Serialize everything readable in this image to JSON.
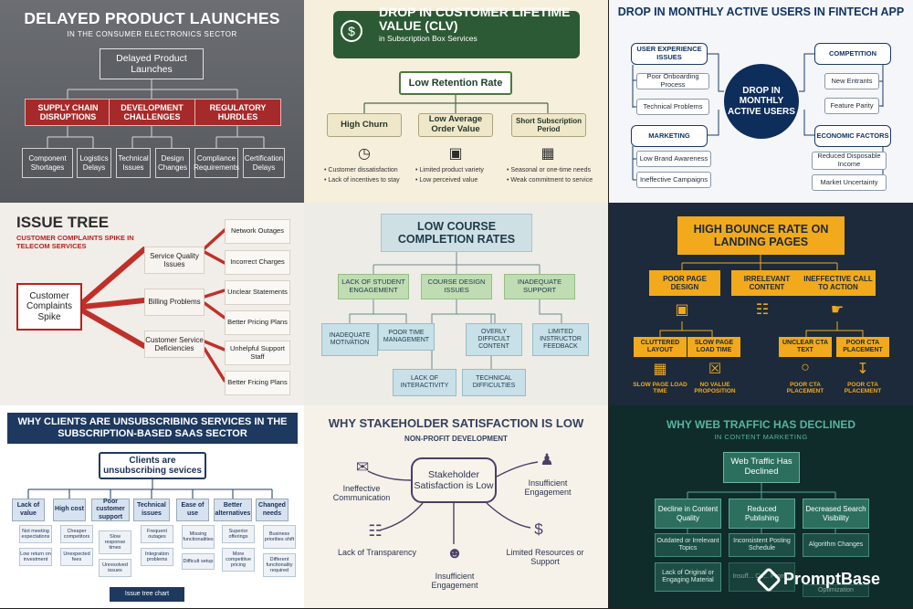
{
  "p1": {
    "title": "DELAYED PRODUCT LAUNCHES",
    "subtitle": "IN THE CONSUMER ELECTRONICS SECTOR",
    "root": "Delayed Product Launches",
    "categories": [
      "SUPPLY CHAIN DISRUPTIONS",
      "DEVELOPMENT CHALLENGES",
      "REGULATORY HURDLES"
    ],
    "leaves": [
      "Component Shortages",
      "Logistics Delays",
      "Technical Issues",
      "Design Changes",
      "Compliance Requirements",
      "Certification Delays"
    ]
  },
  "p2": {
    "title": "DROP IN CUSTOMER LIFETIME VALUE (CLV)",
    "subtitle": "in Subscription Box Services",
    "root": "Low Retention Rate",
    "categories": [
      "High Churn",
      "Low Average Order Value",
      "Short Subscription Period"
    ],
    "bullets": [
      [
        "Customer dissatisfaction",
        "Lack of incentives to stay"
      ],
      [
        "Limited product variety",
        "Low perceived value"
      ],
      [
        "Seasonal or one-time needs",
        "Weak commitment to service"
      ]
    ]
  },
  "p3": {
    "title": "DROP IN MONTHLY ACTIVE USERS IN FINTECH APP",
    "center": "DROP IN MONTHLY ACTIVE USERS",
    "left_groups": [
      {
        "name": "USER EXPERIENCE ISSUES",
        "items": [
          "Poor Onboarding Process",
          "Technical Problems"
        ]
      },
      {
        "name": "MARKETING",
        "items": [
          "Low Brand Awareness",
          "Ineffective Campaigns"
        ]
      }
    ],
    "right_groups": [
      {
        "name": "COMPETITION",
        "items": [
          "New Entrants",
          "Feature Parity"
        ]
      },
      {
        "name": "ECONOMIC FACTORS",
        "items": [
          "Reduced Disposable Income",
          "Market Uncertainty"
        ]
      }
    ]
  },
  "p4": {
    "title": "ISSUE TREE",
    "subtitle": "CUSTOMER COMPLAINTS SPIKE IN TELECOM SERVICES",
    "root": "Customer Complaints Spike",
    "mids": [
      "Service Quality Issues",
      "Billing Problems",
      "Customer Service Deficiencies"
    ],
    "leaves": [
      "Network Outages",
      "Incorrect Charges",
      "Unclear Statements",
      "Better Pricing Plans",
      "Unhelpful Support Staff",
      "Better Fricing Plans"
    ]
  },
  "p5": {
    "root": "LOW COURSE COMPLETION RATES",
    "categories": [
      "LACK OF STUDENT ENGAGEMENT",
      "COURSE DESIGN ISSUES",
      "INADEQUATE SUPPORT"
    ],
    "leaves": [
      "INADEQUATE MOTIVATION",
      "POOR TIME MANAGEMENT",
      "OVERLY DIFFICULT CONTENT",
      "LIMITED INSTRUCTOR FEEDBACK",
      "LACK OF INTERACTIVITY",
      "TECHNICAL DIFFICULTIES"
    ]
  },
  "p6": {
    "root": "HIGH BOUNCE RATE ON LANDING PAGES",
    "categories": [
      "POOR PAGE DESIGN",
      "IRRELEVANT CONTENT",
      "INEFFECTIVE CALL TO ACTION"
    ],
    "leaves": [
      "CLUTTERED LAYOUT",
      "SLOW PAGE LOAD TIME",
      "UNCLEAR CTA TEXT",
      "POOR CTA PLACEMENT"
    ],
    "bottom_labels": [
      "SLOW PAGE LOAD TIME",
      "NO VALUE PROPOSITION",
      "POOR CTA PLACEMENT",
      "POOR CTA PLACEMENT"
    ]
  },
  "p7": {
    "title": "WHY CLIENTS ARE UNSUBSCRIBING SERVICES IN THE SUBSCRIPTION-BASED SAAS SECTOR",
    "root": "Clients are unsubscribing sevices",
    "categories": [
      "Lack of value",
      "High cost",
      "Poor customer support",
      "Technical issues",
      "Ease of use",
      "Better alternatives",
      "Changed needs"
    ],
    "leaves": [
      [
        "Not meeting expectations",
        "Low return on investment"
      ],
      [
        "Cheaper competitors",
        "Unexpected fees"
      ],
      [
        "Slow response times",
        "Unresolved issues"
      ],
      [
        "Frequent outages",
        "Integration problems"
      ],
      [
        "Missing functionalities",
        "Difficult setup"
      ],
      [
        "Superior offerings",
        "More competitive pricing"
      ],
      [
        "Business priorities shift",
        "Different functionality required"
      ]
    ],
    "footer": "Issue tree chart"
  },
  "p8": {
    "title": "WHY STAKEHOLDER SATISFACTION IS LOW",
    "subtitle": "NON-PROFIT DEVELOPMENT",
    "center": "Stakeholder Satisfaction is Low",
    "nodes": [
      "Ineffective Communication",
      "Insufficient Engagement",
      "Lack of Transparency",
      "Limited Resources or Support",
      "Insufficient Engagement"
    ]
  },
  "p9": {
    "title": "WHY WEB TRAFFIC HAS DECLINED",
    "subtitle": "IN CONTENT MARKETING",
    "root": "Web Traffic Has Declined",
    "categories": [
      "Decline in Content Quality",
      "Reduced Publishing",
      "Decreased Search Visibility"
    ],
    "leaves": [
      [
        "Outdated or Irrelevant Topics",
        "Lack of Original or Engaging Material"
      ],
      [
        "Inconsistent Posting Schedule",
        "Insuff... Co... Prom..."
      ],
      [
        "Algorithm Changes",
        "Optimization"
      ]
    ],
    "brand": "PromptBase"
  }
}
